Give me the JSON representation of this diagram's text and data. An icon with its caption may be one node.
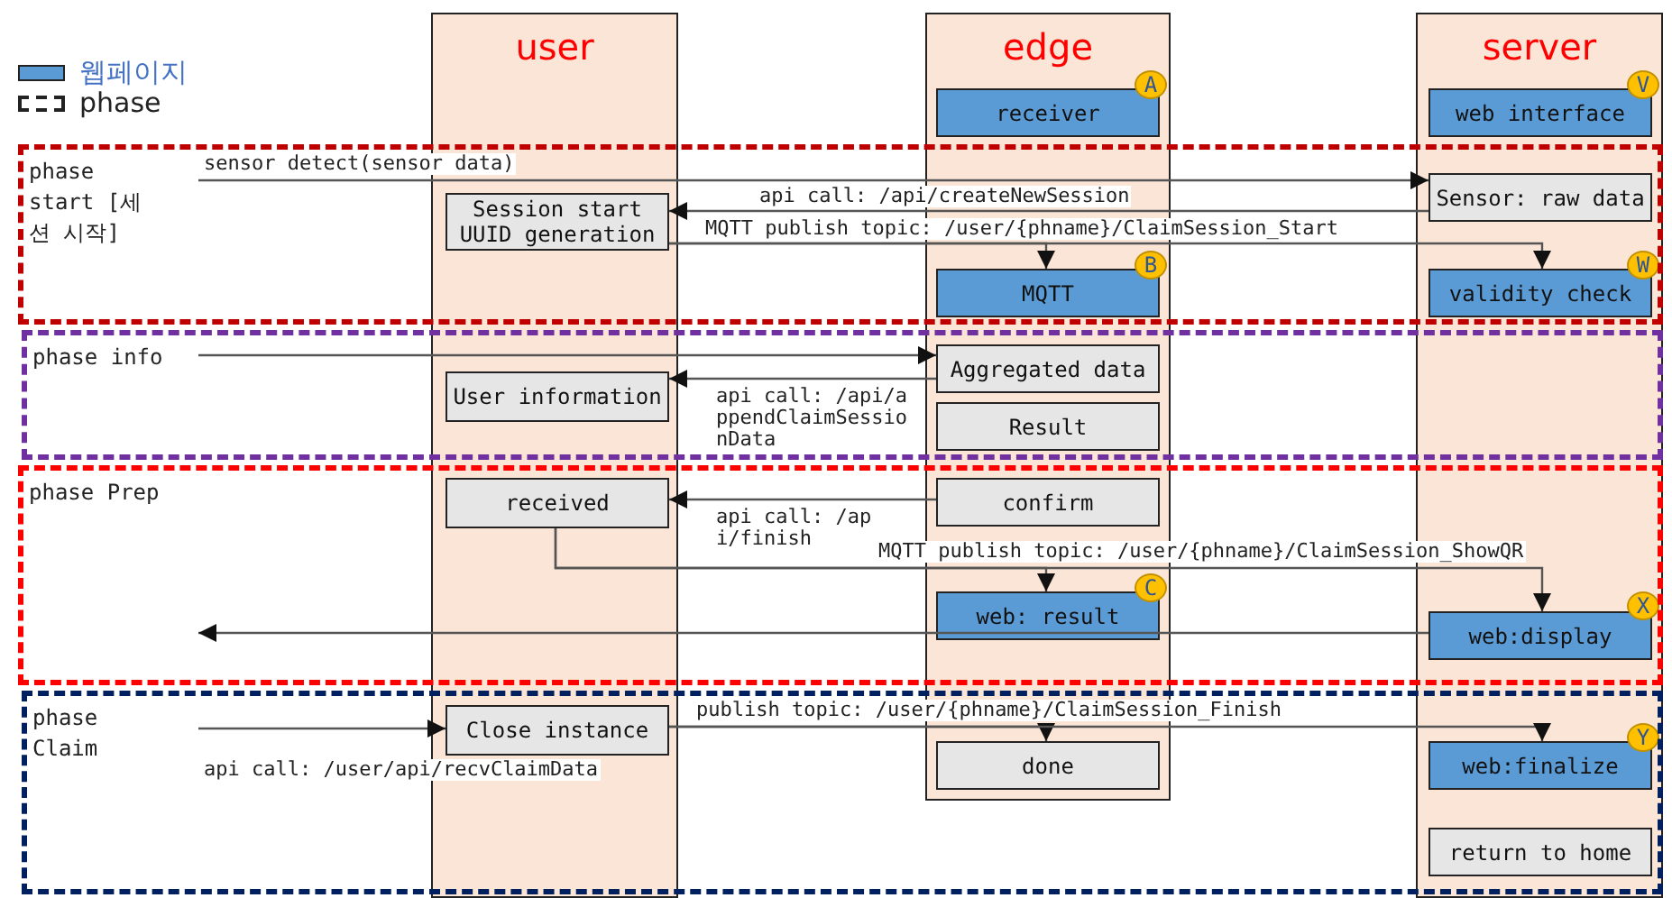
{
  "diagram": {
    "nodes": [
      {
        "text": [
          "user"
        ]
      },
      {
        "text": [
          "edge"
        ]
      },
      {
        "text": [
          "server"
        ]
      },
      {
        "text": [
          "Session start UUID generation"
        ],
        "in": 0
      },
      {
        "text": [
          "User information"
        ],
        "in": 0
      },
      {
        "text": [
          "received"
        ],
        "in": 0
      },
      {
        "text": [
          "Close instance"
        ],
        "in": 0
      },
      {
        "text": [
          "receiver"
        ],
        "in": 1
      },
      {
        "text": [
          "MQTT"
        ],
        "in": 1
      },
      {
        "text": [
          "Aggregated data"
        ],
        "in": 1
      },
      {
        "text": [
          "Result"
        ],
        "in": 1
      },
      {
        "text": [
          "confirm"
        ],
        "in": 1
      },
      {
        "text": [
          "web: result"
        ],
        "in": 1
      },
      {
        "text": [
          "done"
        ],
        "in": 1
      },
      {
        "text": [
          "web interface"
        ],
        "in": 2
      },
      {
        "text": [
          "Sensor: raw data"
        ],
        "in": 2
      },
      {
        "text": [
          "validity check"
        ],
        "in": 2
      },
      {
        "text": [
          "web:display"
        ],
        "in": 2
      },
      {
        "text": [
          "web:finalize"
        ],
        "in": 2
      },
      {
        "text": [
          "return to home"
        ],
        "in": 2
      },
      {
        "text": [
          "A"
        ],
        "in": 1
      },
      {
        "text": [
          "B"
        ],
        "in": 1
      },
      {
        "text": [
          "C"
        ],
        "in": 1
      },
      {
        "text": [
          "V"
        ],
        "in": 2
      },
      {
        "text": [
          "W"
        ],
        "in": 2
      },
      {
        "text": [
          "X"
        ],
        "in": 2
      },
      {
        "text": [
          "Y"
        ],
        "in": 2
      }
    ],
    "edges": [
      {
        "from": null,
        "to": 15,
        "arrow": "to",
        "label": "sensor detect(sensor data)"
      },
      {
        "from": 15,
        "to": 3,
        "arrow": "to",
        "label": "api call: /api/createNewSession"
      },
      {
        "from": 3,
        "to": 8,
        "arrow": "to",
        "label": "MQTT publish topic: /user/{phname}/ClaimSession_Start"
      },
      {
        "from": 3,
        "to": 16,
        "arrow": "to"
      },
      {
        "from": null,
        "to": 9,
        "arrow": "to"
      },
      {
        "from": 9,
        "to": 4,
        "arrow": "to",
        "label": "api call: /api/appendClaimSessionData"
      },
      {
        "from": 11,
        "to": 5,
        "arrow": "to",
        "label": "api call: /api/finish"
      },
      {
        "from": 5,
        "to": 12,
        "arrow": "to",
        "label": "MQTT publish topic: /user/{phname}/ClaimSession_ShowQR"
      },
      {
        "from": 5,
        "to": 17,
        "arrow": "to"
      },
      {
        "from": 17,
        "to": null,
        "arrow": "to"
      },
      {
        "from": null,
        "to": 6,
        "arrow": "to",
        "label": "api call: /user/api/recvClaimData"
      },
      {
        "from": 6,
        "to": 13,
        "arrow": "to",
        "label": "publish topic: /user/{phname}/ClaimSession_Finish"
      },
      {
        "from": 6,
        "to": 18,
        "arrow": "to"
      }
    ],
    "labels": [
      "phase start [세션 시작]",
      "phase info",
      "phase Prep",
      "phase Claim"
    ],
    "legend": [
      {
        "text": "웹페이지",
        "color": "#5b9bd5"
      },
      {
        "text": "phase"
      }
    ]
  }
}
